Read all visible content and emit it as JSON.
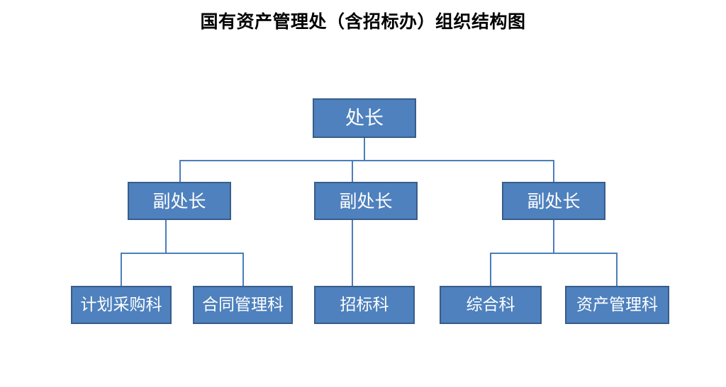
{
  "document": {
    "title": "国有资产管理处（含招标办）组织结构图"
  },
  "theme": {
    "box_fill": "#4E81BD",
    "box_border": "#385D8A",
    "connector": "#4A7EBB",
    "box_text": "#FFFFFF",
    "title_text": "#000000",
    "background": "#FFFFFF"
  },
  "chart_data": {
    "type": "diagram",
    "diagram_kind": "organization-chart",
    "orientation": "top-down",
    "title": "国有资产管理处（含招标办）组织结构图",
    "levels": 3,
    "nodes": [
      {
        "id": "n0",
        "label": "处长",
        "level": 1,
        "parent": null
      },
      {
        "id": "n1",
        "label": "副处长",
        "level": 2,
        "parent": "n0"
      },
      {
        "id": "n2",
        "label": "副处长",
        "level": 2,
        "parent": "n0"
      },
      {
        "id": "n3",
        "label": "副处长",
        "level": 2,
        "parent": "n0"
      },
      {
        "id": "n4",
        "label": "计划采购科",
        "level": 3,
        "parent": "n1"
      },
      {
        "id": "n5",
        "label": "合同管理科",
        "level": 3,
        "parent": "n1"
      },
      {
        "id": "n6",
        "label": "招标科",
        "level": 3,
        "parent": "n2"
      },
      {
        "id": "n7",
        "label": "综合科",
        "level": 3,
        "parent": "n3"
      },
      {
        "id": "n8",
        "label": "资产管理科",
        "level": 3,
        "parent": "n3"
      }
    ],
    "edges": [
      {
        "from": "n0",
        "to": "n1"
      },
      {
        "from": "n0",
        "to": "n2"
      },
      {
        "from": "n0",
        "to": "n3"
      },
      {
        "from": "n1",
        "to": "n4"
      },
      {
        "from": "n1",
        "to": "n5"
      },
      {
        "from": "n2",
        "to": "n6"
      },
      {
        "from": "n3",
        "to": "n7"
      },
      {
        "from": "n3",
        "to": "n8"
      }
    ]
  },
  "nodes": {
    "director": {
      "label": "处长"
    },
    "deputy_1": {
      "label": "副处长"
    },
    "deputy_2": {
      "label": "副处长"
    },
    "deputy_3": {
      "label": "副处长"
    },
    "section_planning_procurement": {
      "label": "计划采购科"
    },
    "section_contract_management": {
      "label": "合同管理科"
    },
    "section_bidding": {
      "label": "招标科"
    },
    "section_general_affairs": {
      "label": "综合科"
    },
    "section_asset_management": {
      "label": "资产管理科"
    }
  }
}
